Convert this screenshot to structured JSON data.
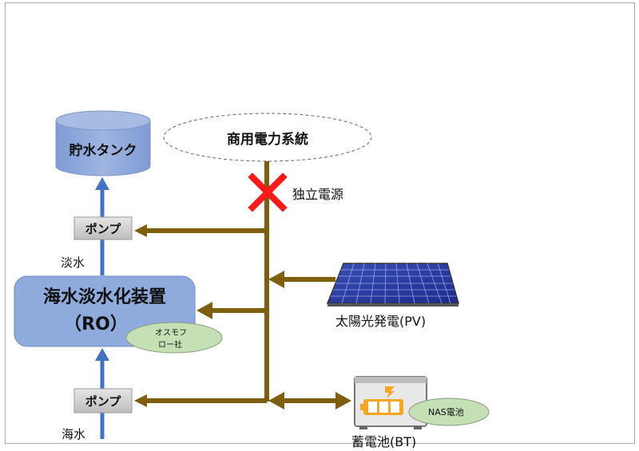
{
  "diagram": {
    "grid": {
      "label": "商用電力系統"
    },
    "independent_power": {
      "label": "独立電源",
      "status": "disconnected"
    },
    "storage_tank": {
      "label": "貯水タンク"
    },
    "pump_top": {
      "label": "ポンプ"
    },
    "pump_bottom": {
      "label": "ポンプ"
    },
    "fresh_water": {
      "label": "淡水"
    },
    "sea_water": {
      "label": "海水"
    },
    "ro_unit": {
      "line1": "海水淡水化装置",
      "line2": "（RO）",
      "vendor_tag_line1": "オスモフ",
      "vendor_tag_line2": "ロー社"
    },
    "solar": {
      "label": "太陽光発電(PV)"
    },
    "battery": {
      "label": "蓄電池(BT)",
      "type_tag": "NAS電池"
    },
    "colors": {
      "power_line": "#7f5f0f",
      "water_line": "#4472c4",
      "cross": "#ff0000",
      "ro_fill": "#8faadc",
      "tank_fill": "#8faadc",
      "tag_fill": "#c5e0b4",
      "pump_fill": "#d0d0d0",
      "battery_accent": "#f5a623"
    }
  }
}
